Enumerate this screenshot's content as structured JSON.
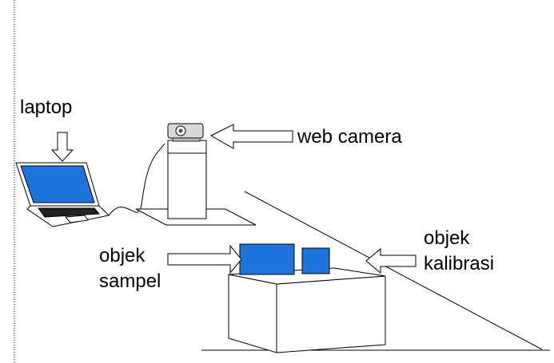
{
  "labels": {
    "laptop": "laptop",
    "web_camera": "web camera",
    "objek_sampel_line1": "objek",
    "objek_sampel_line2": "sampel",
    "objek_kalibrasi_line1": "objek",
    "objek_kalibrasi_line2": "kalibrasi"
  },
  "colors": {
    "object_fill": "#1e73dc",
    "screen_fill": "#1e73dc",
    "line": "#000000",
    "background": "#ffffff"
  }
}
